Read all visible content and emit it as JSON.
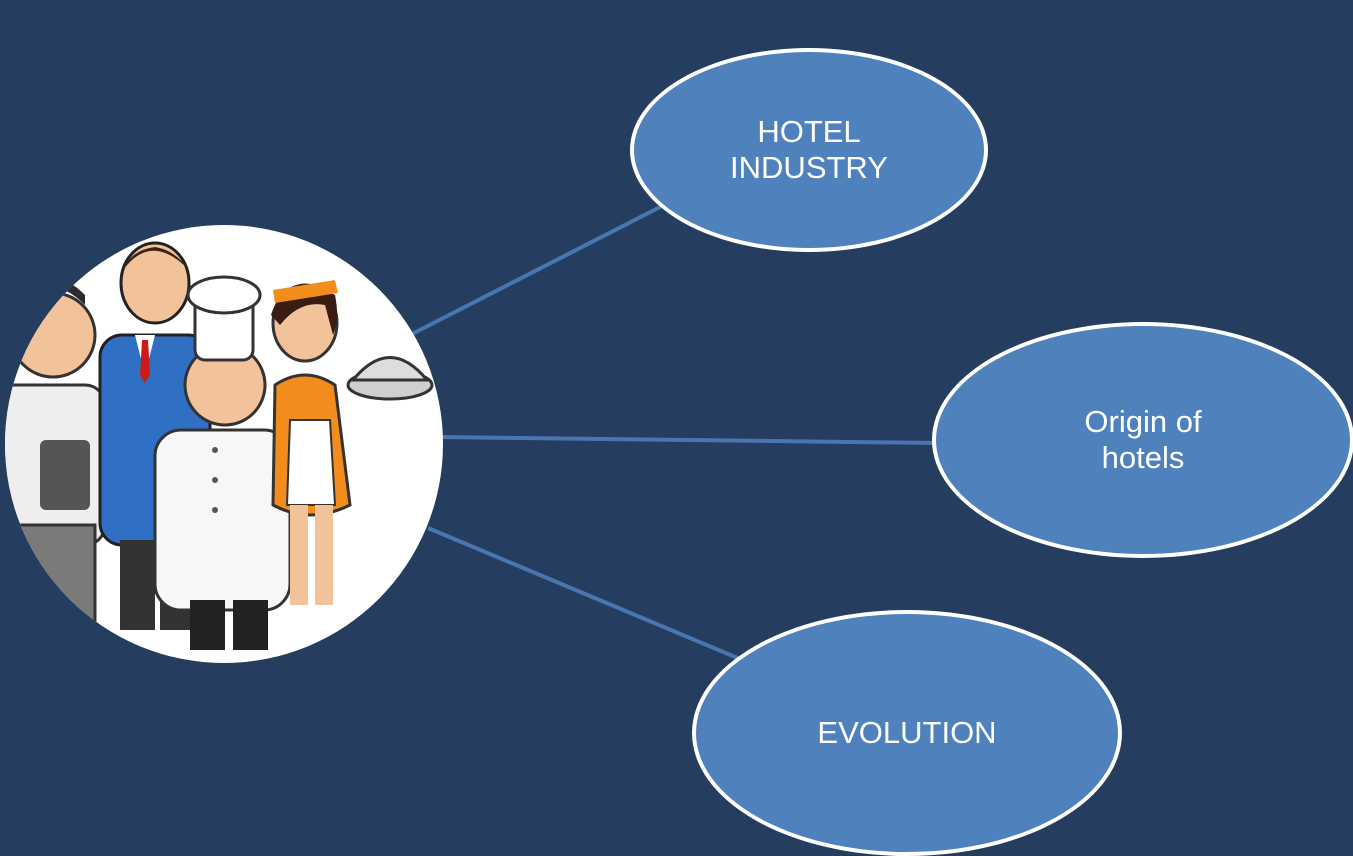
{
  "slide": {
    "background_color": "#253d5e",
    "node_color": "#4f81bd",
    "connector_color": "#4a76b0"
  },
  "hub": {
    "image_description": "cartoon hotel staff"
  },
  "nodes": [
    {
      "label": "HOTEL\nINDUSTRY"
    },
    {
      "label": "Origin  of\nhotels"
    },
    {
      "label": "EVOLUTION"
    }
  ]
}
